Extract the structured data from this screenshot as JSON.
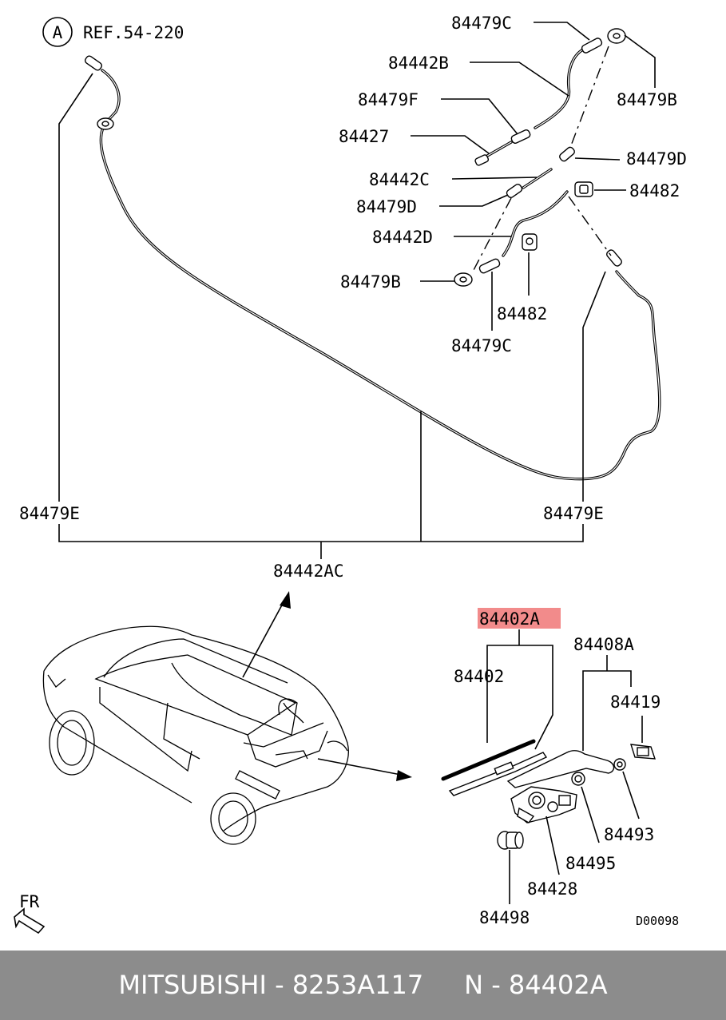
{
  "ref_marker": "A",
  "ref_label": "REF.54-220",
  "labels": {
    "p84479C_top": "84479C",
    "p84442B": "84442B",
    "p84479B_right": "84479B",
    "p84479F": "84479F",
    "p84427": "84427",
    "p84479D_right": "84479D",
    "p84442C": "84442C",
    "p84482_right": "84482",
    "p84479D_left": "84479D",
    "p84442D": "84442D",
    "p84479B_left": "84479B",
    "p84482_low": "84482",
    "p84479C_low": "84479C",
    "p84479E_left": "84479E",
    "p84479E_right": "84479E",
    "p84442AC": "84442AC",
    "p84402A": "84402A",
    "p84408A": "84408A",
    "p84402": "84402",
    "p84419": "84419",
    "p84493": "84493",
    "p84495": "84495",
    "p84428": "84428",
    "p84498": "84498"
  },
  "direction_label": "FR",
  "drawing_code": "D00098",
  "highlight_color": "#f28b8b",
  "footer_bg": "#8c8c8c",
  "footer_text": "MITSUBISHI - 8253A117     N - 84402A"
}
